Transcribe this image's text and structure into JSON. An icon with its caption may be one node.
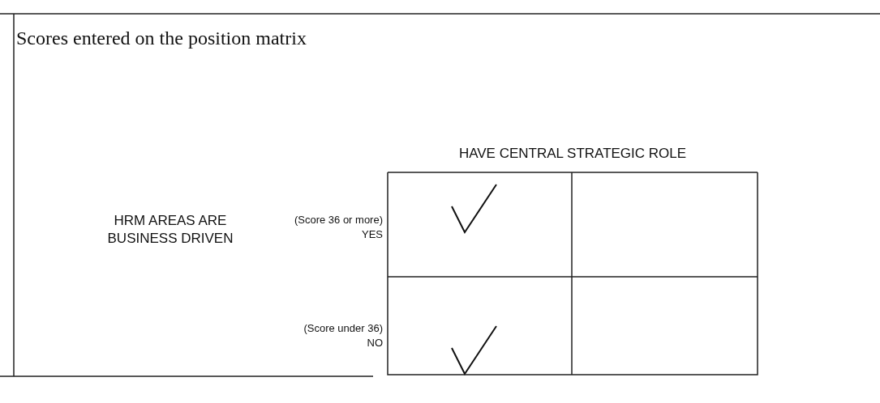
{
  "diagram": {
    "title": "Scores entered on the position matrix",
    "labels": [
      "HAVE CENTRAL STRATEGIC ROLE",
      "(Score 36 or more)",
      "YES",
      "HRM AREAS ARE BUSINESS DRIVEN",
      "(Score under 36)",
      "NO"
    ]
  }
}
